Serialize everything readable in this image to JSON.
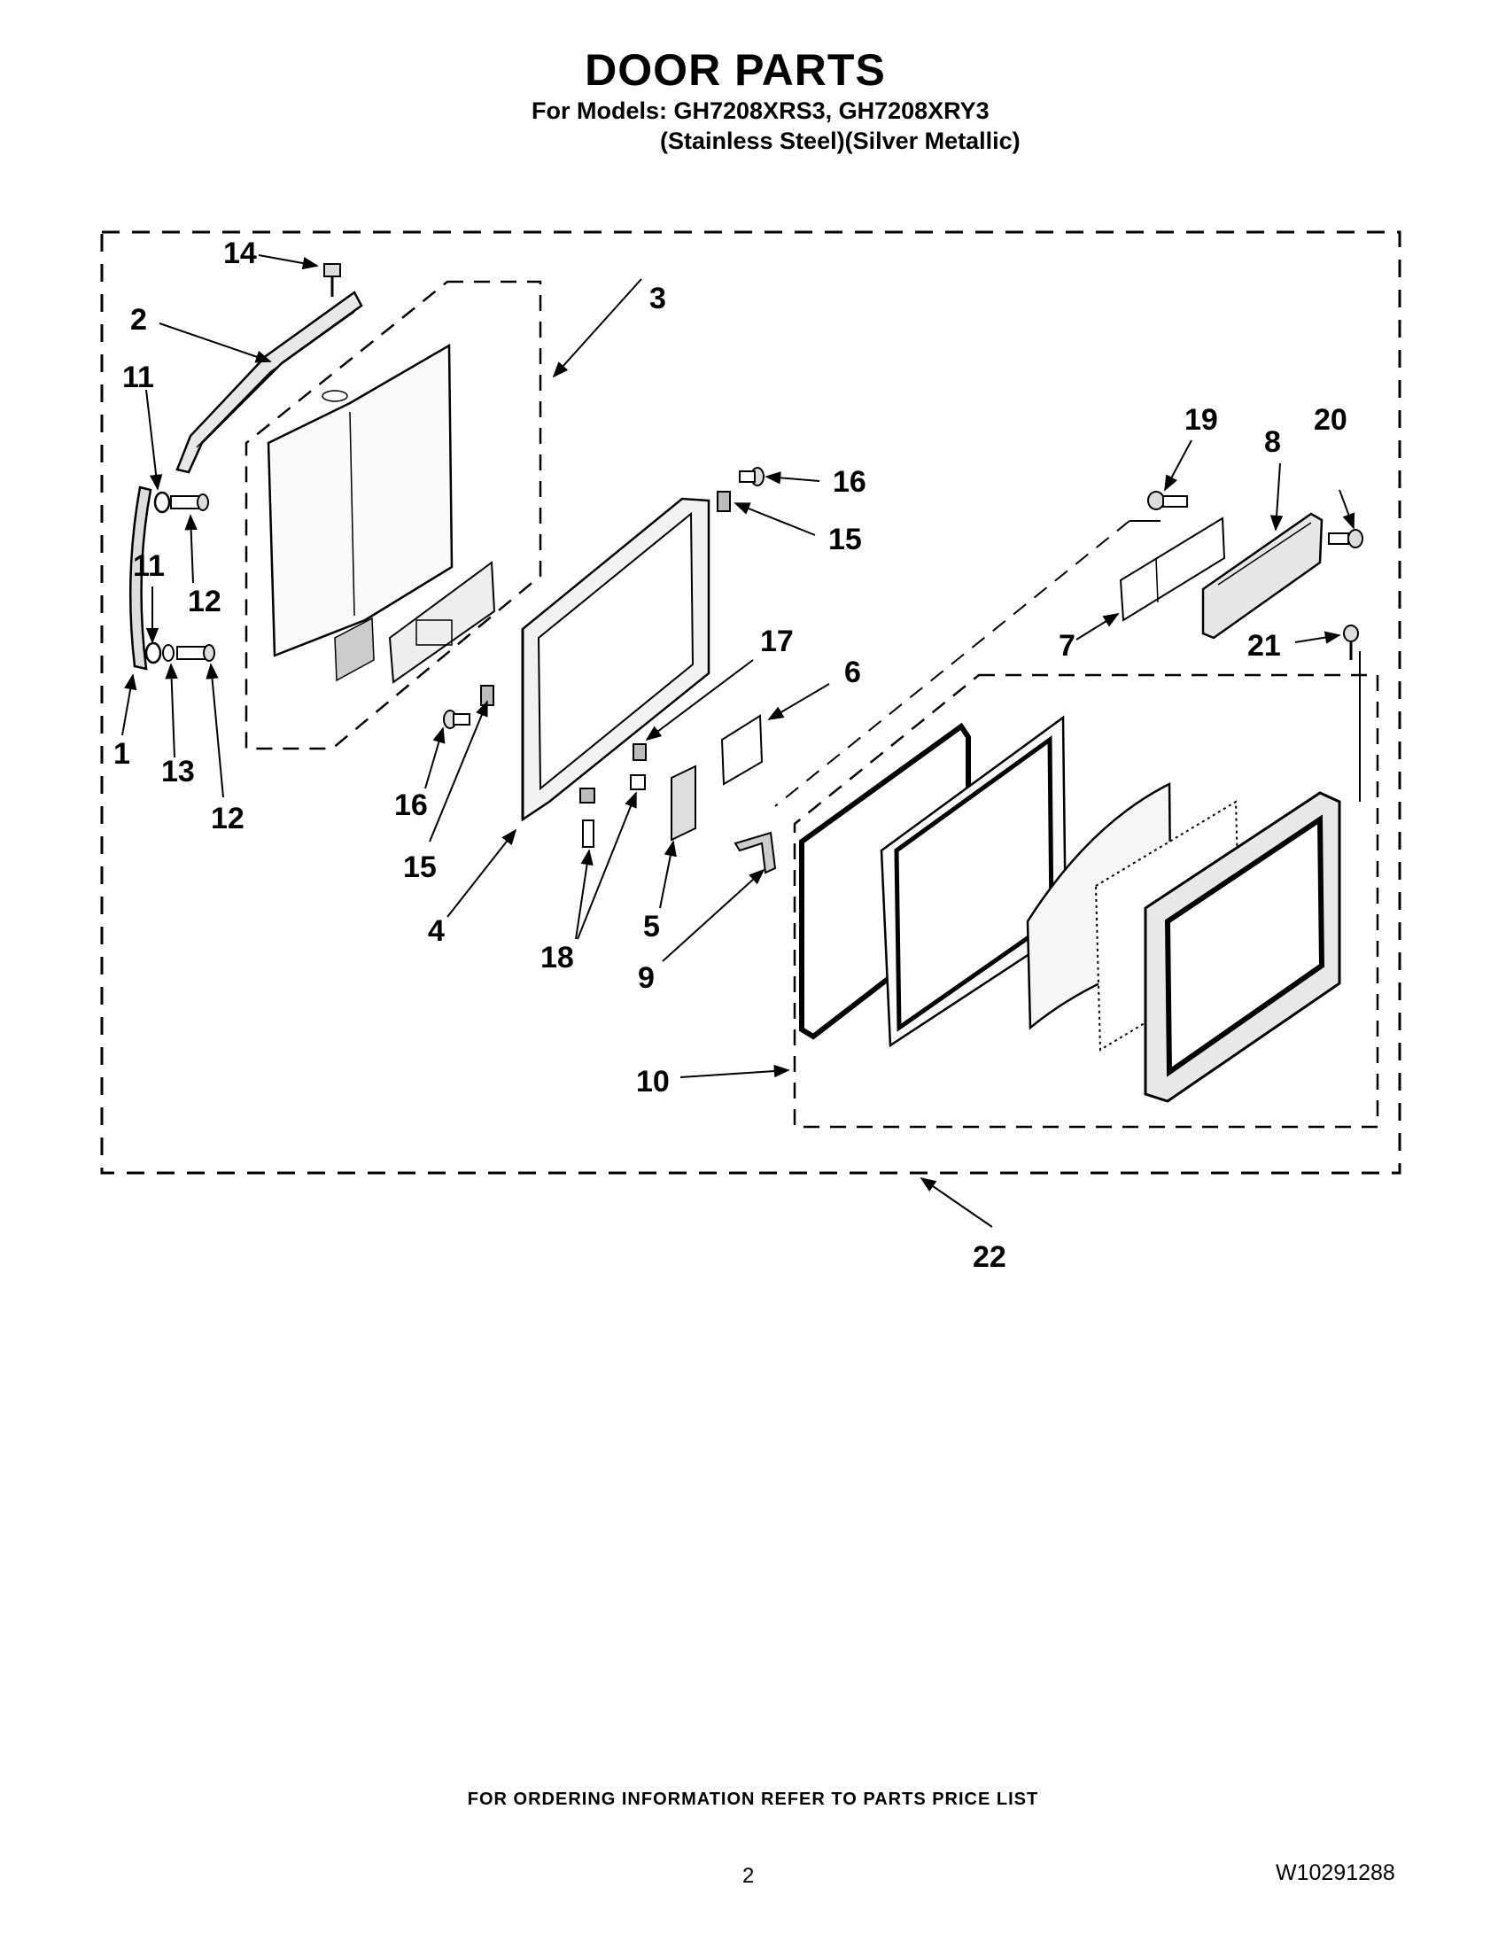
{
  "header": {
    "title": "DOOR PARTS",
    "models_line": "For Models: GH7208XRS3, GH7208XRY3",
    "finish_line": "(Stainless Steel)(Silver Metallic)"
  },
  "callouts": {
    "c1": "1",
    "c2": "2",
    "c3": "3",
    "c4": "4",
    "c5": "5",
    "c6": "6",
    "c7": "7",
    "c8": "8",
    "c9": "9",
    "c10": "10",
    "c11a": "11",
    "c11b": "11",
    "c12a": "12",
    "c12b": "12",
    "c13": "13",
    "c14": "14",
    "c15a": "15",
    "c15b": "15",
    "c16a": "16",
    "c16b": "16",
    "c17": "17",
    "c18": "18",
    "c19": "19",
    "c20": "20",
    "c21": "21",
    "c22": "22"
  },
  "footer": {
    "ordering_note": "FOR ORDERING INFORMATION REFER TO PARTS PRICE LIST",
    "page_number": "2",
    "doc_number": "W10291288"
  }
}
